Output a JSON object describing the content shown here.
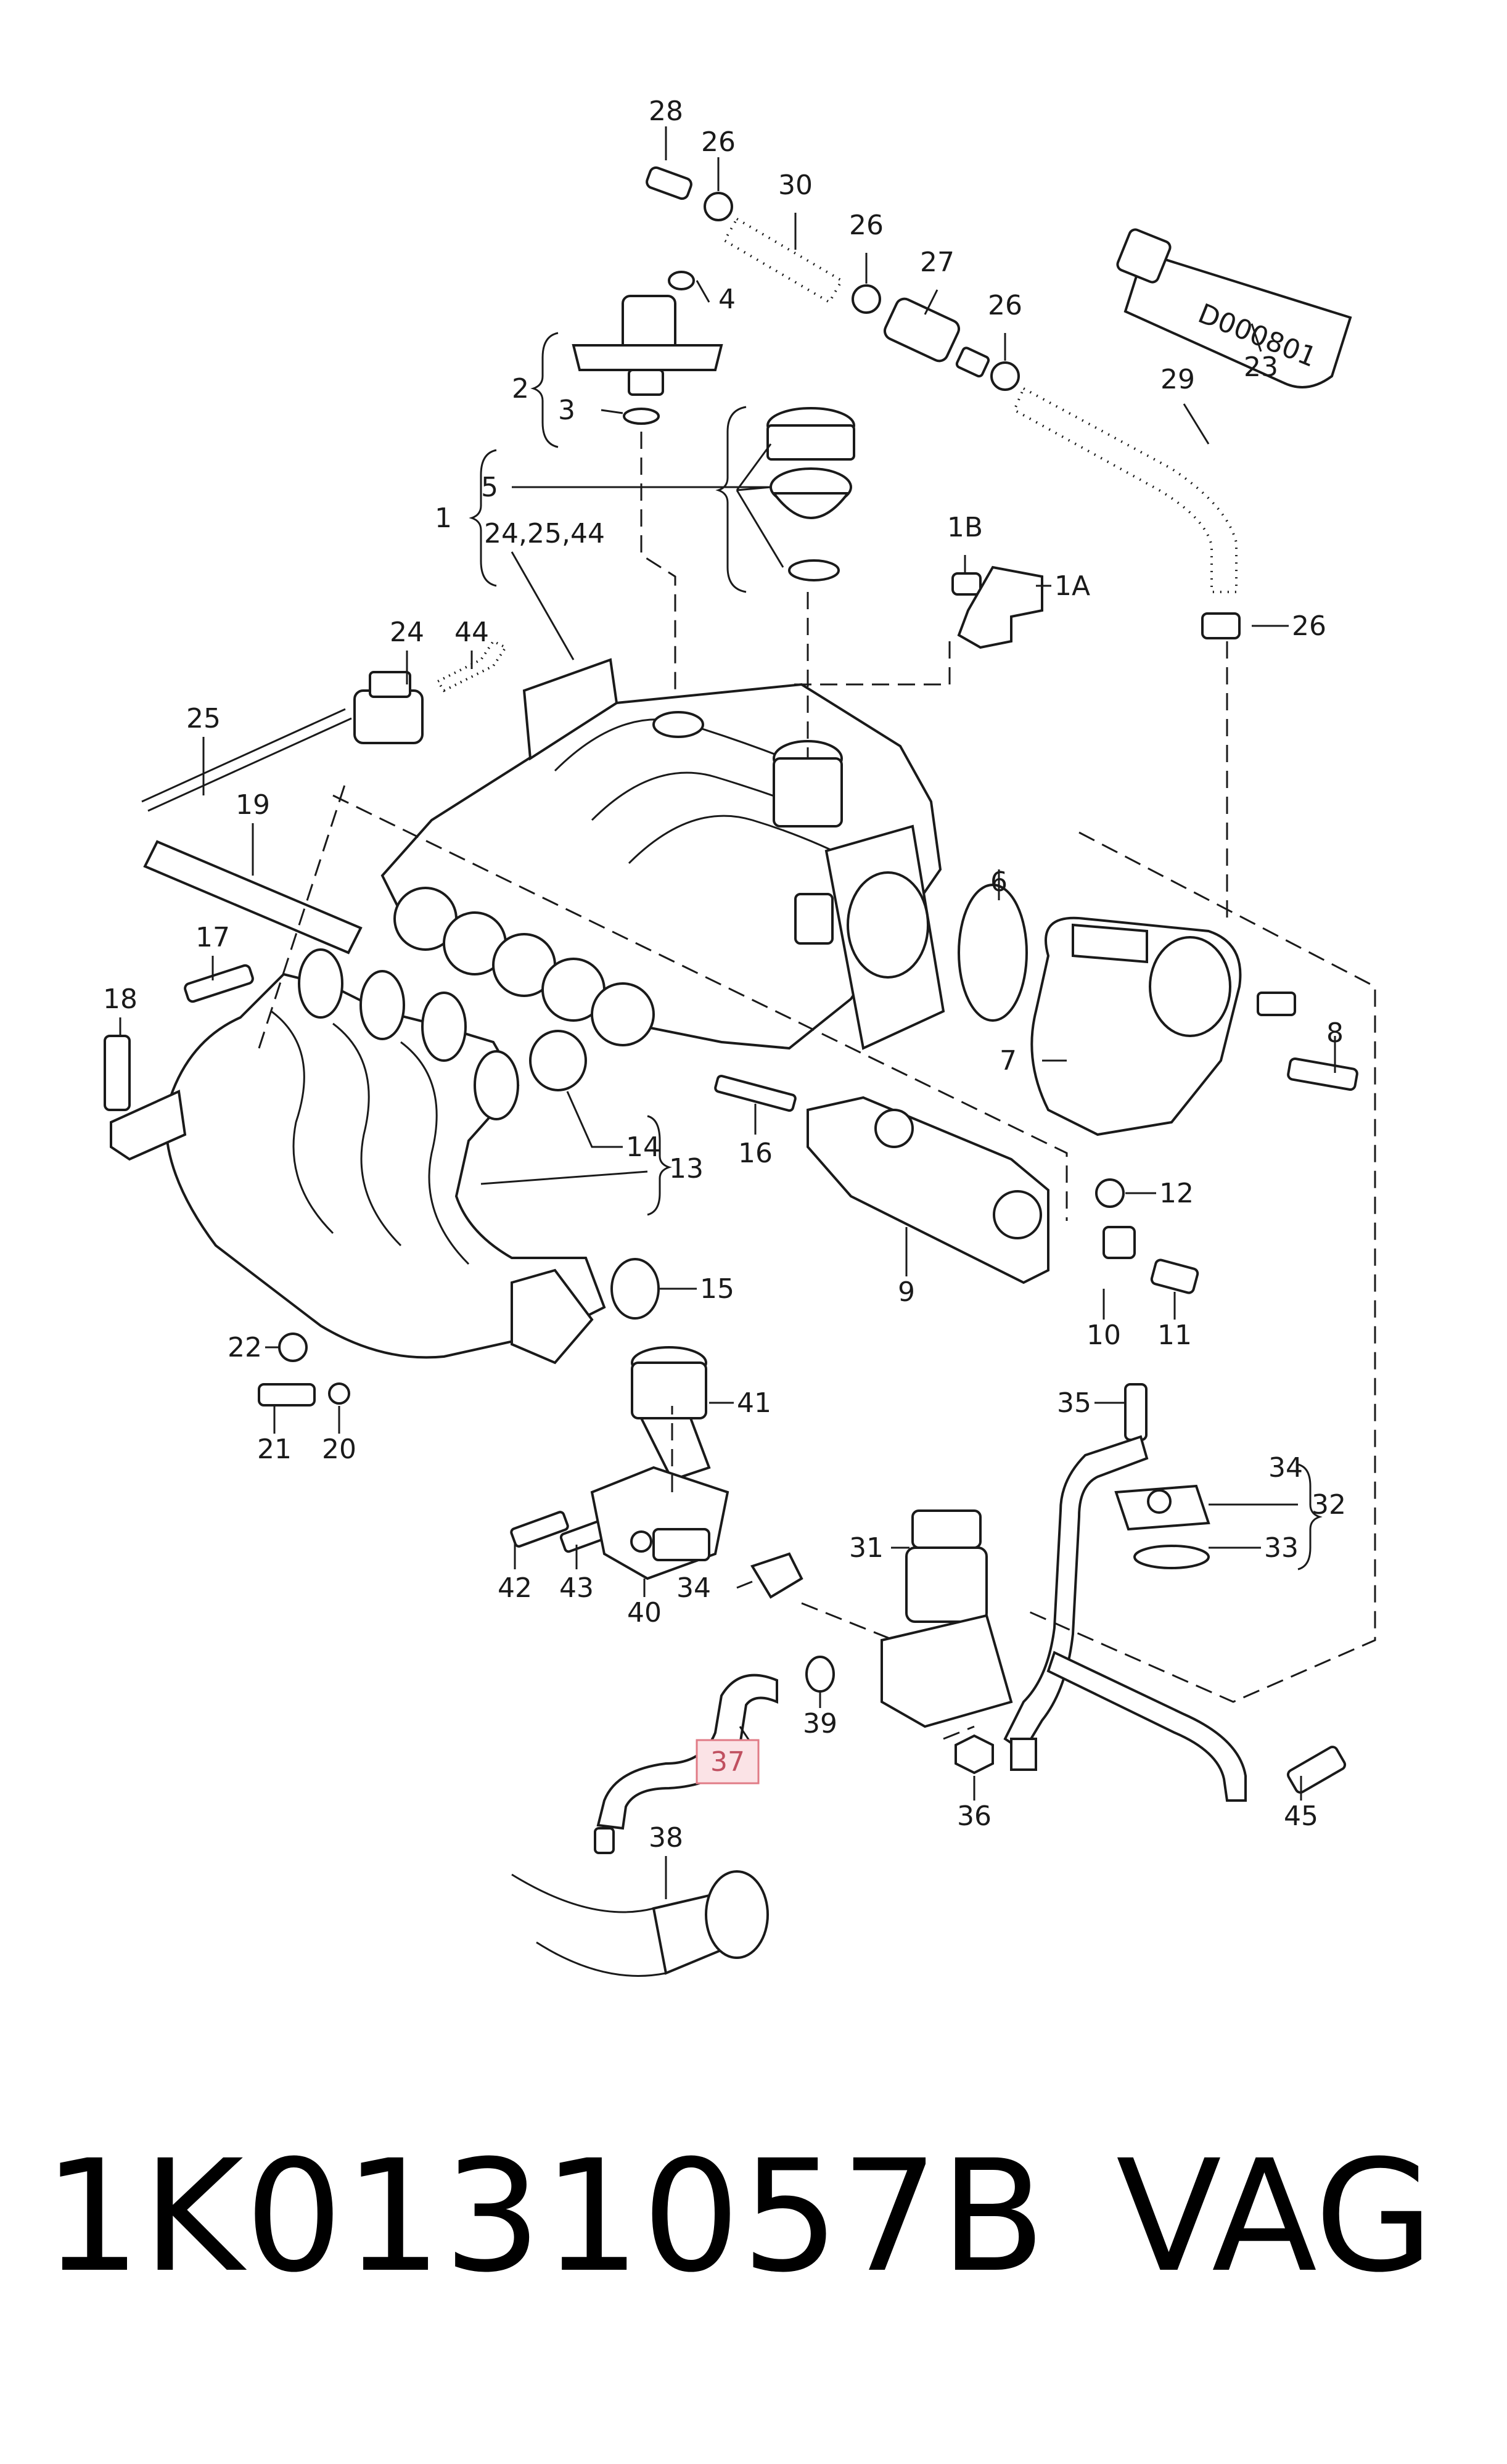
{
  "tube_label": "D000801",
  "footer": {
    "part_number": "1K0131057B",
    "brand": "VAG"
  },
  "highlight_color": "#e07b86",
  "callouts": [
    "28",
    "26",
    "30",
    "26",
    "27",
    "26",
    "4",
    "2",
    "3",
    "5",
    "1",
    "24,25,44",
    "1B",
    "1A",
    "29",
    "26",
    "23",
    "24",
    "44",
    "25",
    "19",
    "17",
    "18",
    "6",
    "7",
    "8",
    "14",
    "13",
    "16",
    "12",
    "9",
    "10",
    "11",
    "22",
    "15",
    "21",
    "20",
    "41",
    "35",
    "34",
    "32",
    "33",
    "42",
    "43",
    "40",
    "34",
    "31",
    "39",
    "37",
    "36",
    "45",
    "38"
  ]
}
